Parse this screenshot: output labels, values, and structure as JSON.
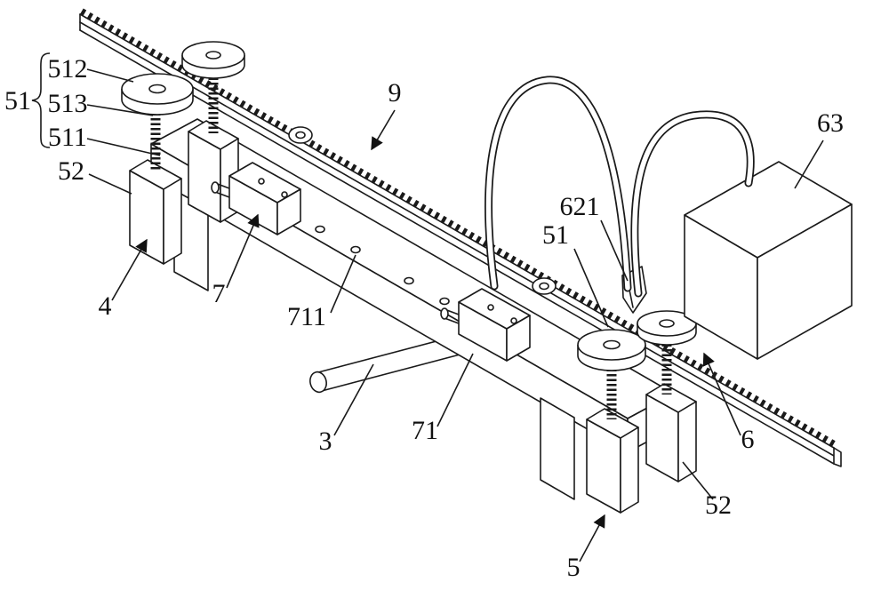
{
  "figure": {
    "type": "patent-style mechanical assembly line drawing",
    "background": "#ffffff",
    "line_color": "#1a1a1a"
  },
  "labels": {
    "l512": "512",
    "l513": "513",
    "l511": "511",
    "l51_left": "51",
    "l52_left": "52",
    "l4": "4",
    "l9": "9",
    "l7": "7",
    "l711": "711",
    "l3": "3",
    "l71": "71",
    "l621": "621",
    "l51_right": "51",
    "l63": "63",
    "l6": "6",
    "l52_right": "52",
    "l5": "5"
  }
}
